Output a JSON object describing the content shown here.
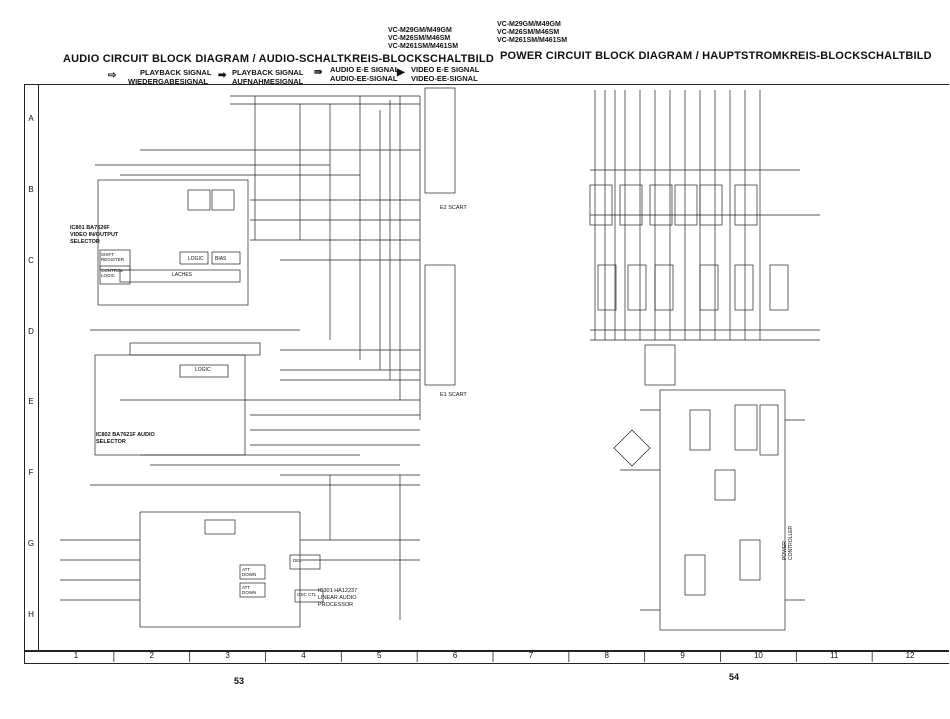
{
  "models_left": [
    "VC-M29GM/M49GM",
    "VC-M26SM/M46SM",
    "VC-M261SM/M461SM"
  ],
  "models_right": [
    "VC-M29GM/M49GM",
    "VC-M26SM/M46SM",
    "VC-M261SM/M461SM"
  ],
  "audio_title": "AUDIO CIRCUIT BLOCK DIAGRAM / AUDIO-SCHALTKREIS-BLOCKSCHALTBILD",
  "power_title": "POWER CIRCUIT BLOCK DIAGRAM / HAUPTSTROMKREIS-BLOCKSCHALTBILD",
  "legend": {
    "playback": "PLAYBACK SIGNAL",
    "playback_de": "WIEDERGABESIGNAL",
    "playback2": "PLAYBACK SIGNAL",
    "recording_de": "AUFNAHMESIGNAL",
    "audio_ee": "AUDIO E-E SIGNAL",
    "audio_ee_de": "AUDIO-EE-SIGNAL",
    "video_ee": "VIDEO E-E SIGNAL",
    "video_ee_de": "VIDEO-EE-SIGNAL"
  },
  "row_labels": [
    "A",
    "B",
    "C",
    "D",
    "E",
    "F",
    "G",
    "H"
  ],
  "col_labels": [
    "1",
    "2",
    "3",
    "4",
    "5",
    "6",
    "7",
    "8",
    "9",
    "10",
    "11",
    "12"
  ],
  "page_left": "53",
  "page_right": "54",
  "blocks": {
    "ic801": "IC801 BA7626F VIDEO IN/OUTPUT SELECTOR",
    "ic802": "IC802 BA7621F AUDIO SELECTOR",
    "ic301": "IC301 HA12237 LINEAR AUDIO PROCESSOR",
    "scart1": "E1 SCART",
    "scart2": "E2 SCART",
    "logic": "LOGIC",
    "latches": "LACHES",
    "logic2": "LOGIC",
    "bias": "BIAS",
    "osc": "OSC CTL",
    "shift": "SHIFT REGISTER",
    "control": "CONTROL LOGIC",
    "att1": "ATT DOWN",
    "att2": "ATT DOWN",
    "del": "DEL",
    "power_ic": "POWER CONTROLLER"
  }
}
